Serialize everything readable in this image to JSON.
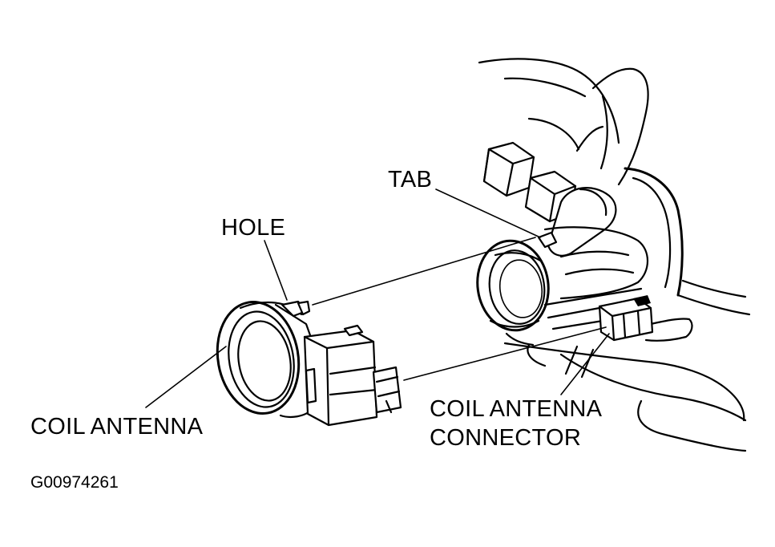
{
  "labels": {
    "tab": "TAB",
    "hole": "HOLE",
    "coil_antenna": "COIL ANTENNA",
    "coil_antenna_connector_line1": "COIL ANTENNA",
    "coil_antenna_connector_line2": "CONNECTOR"
  },
  "figure_id": "G00974261",
  "colors": {
    "ink": "#000000",
    "paper": "#ffffff"
  }
}
